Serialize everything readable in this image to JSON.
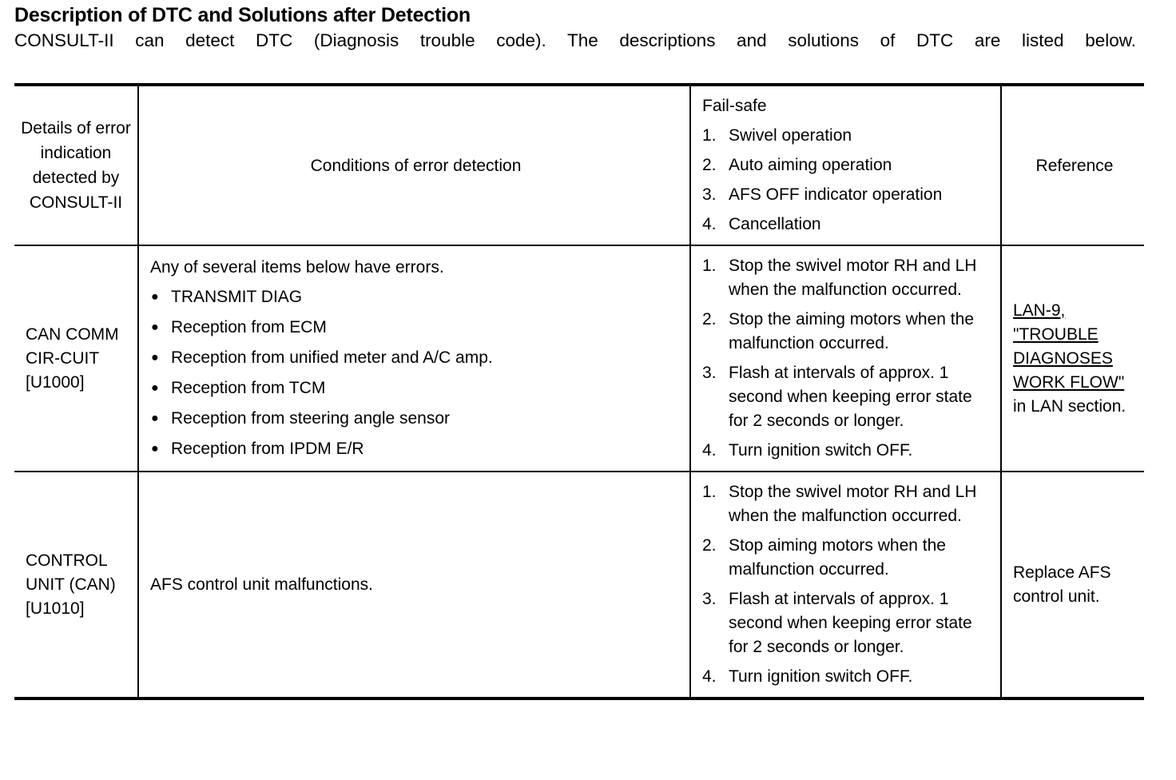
{
  "document": {
    "title": "Description of DTC and Solutions after Detection",
    "intro": "CONSULT-II can detect DTC (Diagnosis trouble code). The descriptions and solutions of DTC are listed below."
  },
  "table": {
    "headers": {
      "code": "Details of error indication detected by CONSULT-II",
      "conditions": "Conditions of error detection",
      "failsafe_title": "Fail-safe",
      "failsafe_items": [
        {
          "num": "1.",
          "text": "Swivel operation"
        },
        {
          "num": "2.",
          "text": "Auto aiming operation"
        },
        {
          "num": "3.",
          "text": "AFS OFF indicator operation"
        },
        {
          "num": "4.",
          "text": "Cancellation"
        }
      ],
      "reference": "Reference"
    },
    "rows": [
      {
        "code": "CAN COMM CIR-CUIT [U1000]",
        "conditions_lead": "Any of several items below have errors.",
        "conditions_bullets": [
          "TRANSMIT DIAG",
          "Reception from ECM",
          "Reception from unified meter and A/C amp.",
          "Reception from TCM",
          "Reception from steering angle sensor",
          "Reception from IPDM  E/R"
        ],
        "failsafe": [
          {
            "num": "1.",
            "text": "Stop the swivel motor RH and LH when the malfunction occurred."
          },
          {
            "num": "2.",
            "text": "Stop the aiming motors when the malfunction occurred."
          },
          {
            "num": "3.",
            "text": "Flash at intervals of approx. 1 second when keeping error state for 2 seconds or longer."
          },
          {
            "num": "4.",
            "text": "Turn ignition switch OFF."
          }
        ],
        "reference_link": "LAN-9, \"TROUBLE DIAGNOSES WORK FLOW\"",
        "reference_tail": " in LAN section."
      },
      {
        "code": "CONTROL UNIT (CAN) [U1010]",
        "conditions_lead": "AFS control unit malfunctions.",
        "conditions_bullets": [],
        "failsafe": [
          {
            "num": "1.",
            "text": "Stop the swivel motor RH and LH when the malfunction occurred."
          },
          {
            "num": "2.",
            "text": "Stop aiming motors when the malfunction occurred."
          },
          {
            "num": "3.",
            "text": "Flash at intervals of approx. 1 second when keeping error state for 2 seconds or longer."
          },
          {
            "num": "4.",
            "text": "Turn ignition switch OFF."
          }
        ],
        "reference_link": "",
        "reference_tail": "Replace AFS  control unit."
      }
    ]
  },
  "icons": {
    "bullet": "●"
  }
}
